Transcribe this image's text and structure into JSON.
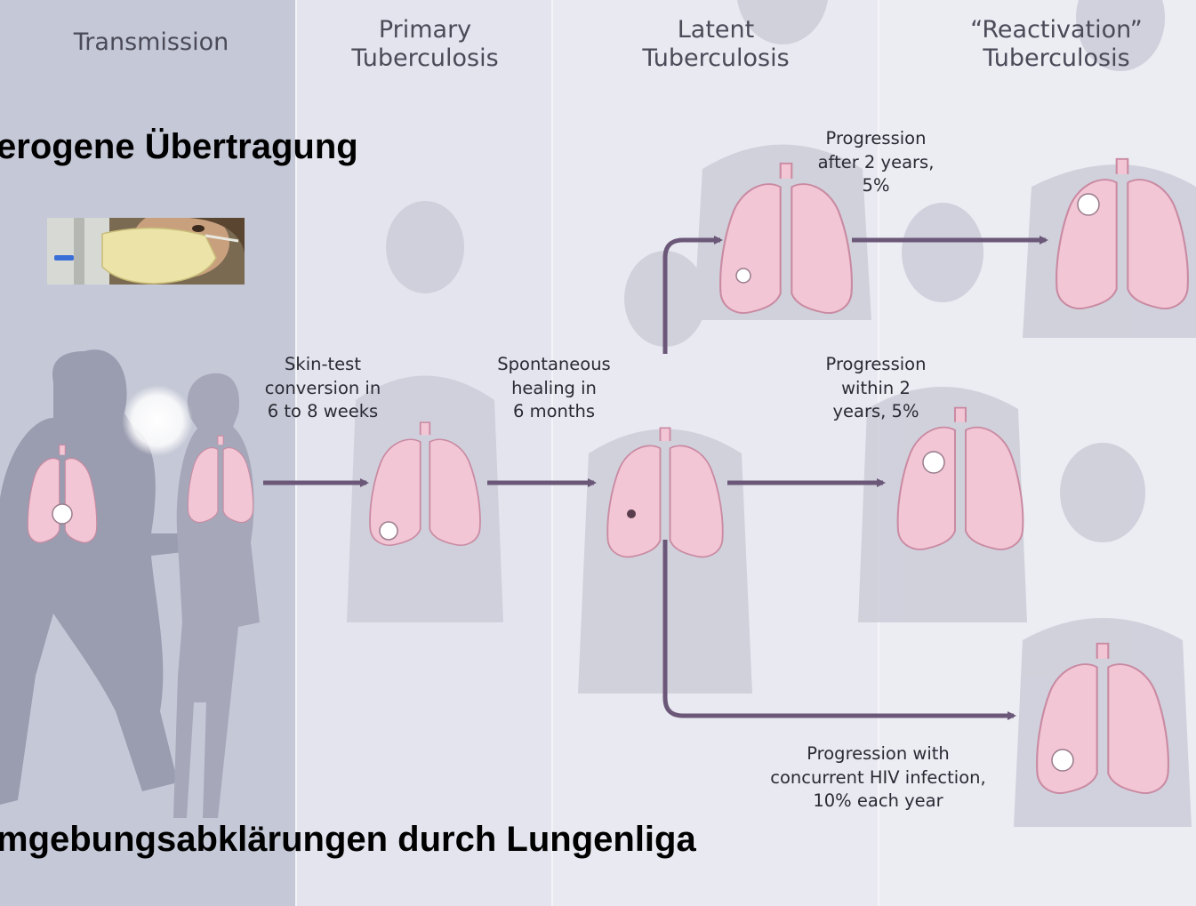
{
  "headers": [
    {
      "lines": [
        "Transmission"
      ]
    },
    {
      "lines": [
        "Primary",
        "Tuberculosis"
      ]
    },
    {
      "lines": [
        "Latent",
        "Tuberculosis"
      ]
    },
    {
      "lines": [
        "“Reactivation”",
        "Tuberculosis"
      ]
    }
  ],
  "labels": {
    "skin_test": [
      "Skin-test",
      "conversion in",
      "6 to 8 weeks"
    ],
    "healing": [
      "Spontaneous",
      "healing in",
      "6 months"
    ],
    "after2": [
      "Progression",
      "after 2 years,",
      "5%"
    ],
    "within2": [
      "Progression",
      "within 2",
      "years, 5%"
    ],
    "hiv": [
      "Progression with",
      "concurrent HIV infection,",
      "10% each year"
    ]
  },
  "overlay": {
    "top": "erogene Übertragung",
    "bottom": "mgebungsabklärungen durch Lungenliga"
  },
  "colors": {
    "transmission_band": "#c5c8d6",
    "background": "#e9e9f1",
    "silhouette": "#cdcdd8",
    "lung_fill": "#f2c6d4",
    "lung_outline": "#c98aa2",
    "arrow": "#6b5878",
    "header_text": "#4a4a58"
  }
}
